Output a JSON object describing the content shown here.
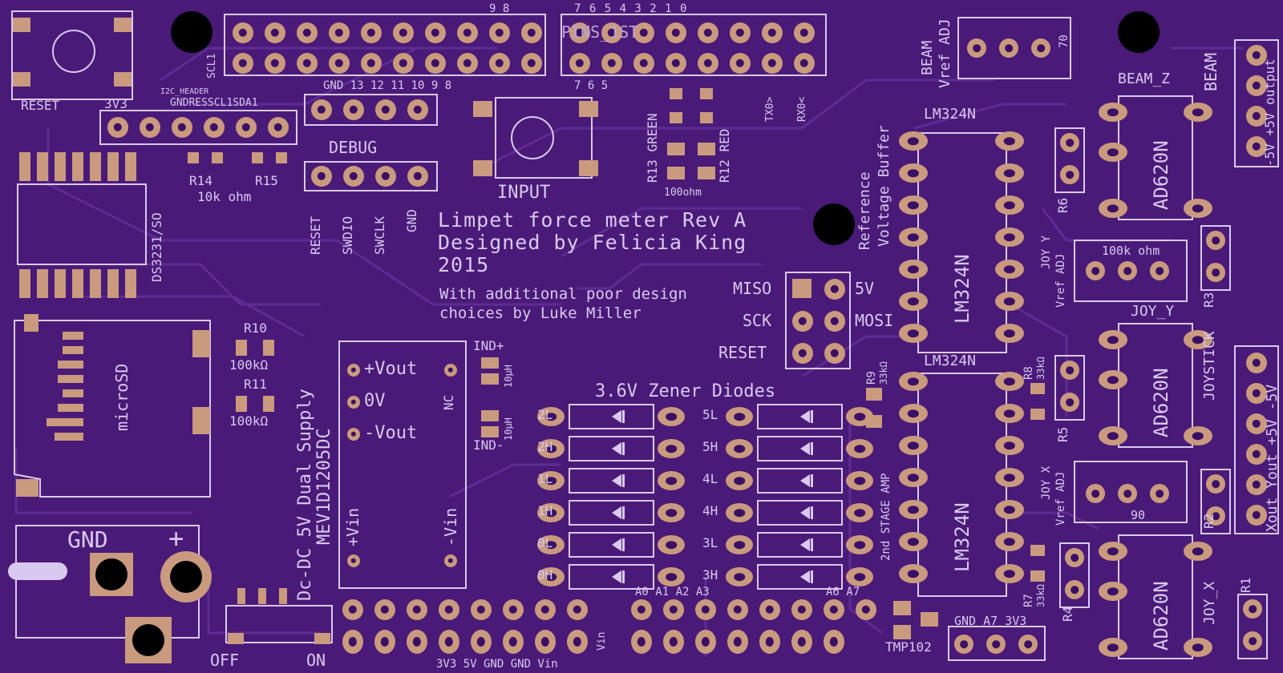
{
  "board": {
    "title_line1": "Limpet force meter Rev A",
    "title_line2": "Designed by Felicia King",
    "title_line3": "2015",
    "subtitle_line1": "With additional poor design",
    "subtitle_line2": "choices by Luke Miller",
    "colors": {
      "substrate": "#4a1a78",
      "silk": "#d9c9f0",
      "pad": "#c99a7e",
      "trace": "#5b2a8f"
    }
  },
  "labels": {
    "reset": "RESET",
    "v3v3": "3V3",
    "i2c_header": "I2C_HEADER",
    "i2c_pins": "GNDRESSCL1SDA1",
    "scl1": "SCL1",
    "r14": "R14",
    "r15": "R15",
    "res_10k": "10k ohm",
    "ds3231": "DS3231/SO",
    "debug": "DEBUG",
    "debug_pins": [
      "RESET",
      "SWDIO",
      "SWCLK",
      "GND"
    ],
    "gnd_row": "GND 13  12  11  10   9   8",
    "top_nums": "9   8",
    "top_nums2": "7   6   5   4   3   2   1   0",
    "pins_7_5": "7   6   5",
    "tx_rx": [
      "TX0>",
      "RX0<"
    ],
    "pins_1st": "PINS_1ST",
    "input": "INPUT",
    "r13_green": "R13 GREEN",
    "r12_red": "R12 RED",
    "res_100": "100ohm",
    "r10": "R10",
    "r10_val": "100kΩ",
    "r11": "R11",
    "r11_val": "100kΩ",
    "microsd": "microSD",
    "dcdc": "Dc-DC 5V Dual Supply",
    "mev": "MEV1D1205DC",
    "vout_p": "+Vout",
    "v0": "0V",
    "vout_n": "-Vout",
    "nc": "NC",
    "vin_p": "+Vin",
    "vin_n": "-Vin",
    "ind_p": "IND+",
    "ind_n": "IND-",
    "ind_val": "10μH",
    "zener": "3.6V Zener Diodes",
    "zener_left": [
      "2L",
      "2H",
      "1L",
      "1H",
      "0L",
      "0H"
    ],
    "zener_right": [
      "5L",
      "5H",
      "4L",
      "4H",
      "3L",
      "3H"
    ],
    "miso": "MISO",
    "sck": "SCK",
    "reset2": "RESET",
    "v5": "5V",
    "mosi": "MOSI",
    "ref_buffer1": "Reference",
    "ref_buffer2": "Voltage Buffer",
    "lm324n": "LM324N",
    "stage_amp": "2nd STAGE AMP",
    "r9": "R9",
    "r9_val": "33kΩ",
    "r8": "R8",
    "r8_val": "33kΩ",
    "r7": "R7",
    "r7_val": "33kΩ",
    "beam_vref1": "BEAM",
    "beam_vref2": "Vref ADJ",
    "pot70": "70",
    "beam_z": "BEAM_Z",
    "beam": "BEAM",
    "ad620n": "AD620N",
    "output_lbl": "-5V +5V output",
    "r6": "R6",
    "r5": "R5",
    "r4": "R4",
    "r3": "R3",
    "r2": "R2",
    "r1": "R1",
    "joyy_vref1": "JOY Y",
    "joyy_vref2": "Vref ADJ",
    "res_100k": "100k ohm",
    "joy_y": "JOY_Y",
    "joystick": "JOYSTICK",
    "joyx_vref1": "JOY X",
    "joyx_vref2": "Vref ADJ",
    "pot90": "90",
    "joy_x": "JOY_X",
    "joy_pins": "Xout  Yout +5V -5V",
    "a_left": "A0  A1  A2  A3",
    "a_right": "A6  A7",
    "tmp102": "TMP102",
    "gnd_a7": "GND A7  3V3",
    "gnd": "GND",
    "plus": "+",
    "off": "OFF",
    "on": "ON",
    "power_pins": "3V3 5V  GND GND Vin",
    "vin": "Vin"
  }
}
